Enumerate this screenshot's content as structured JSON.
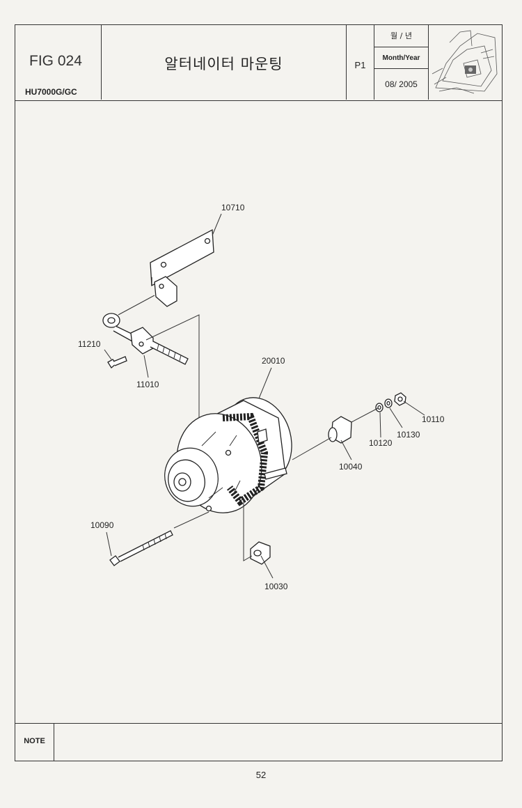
{
  "header": {
    "fig_number": "FIG 024",
    "model": "HU7000G/GC",
    "title": "알터네이터 마운팅",
    "page_label": "P1",
    "date_label_ko": "월 / 년",
    "date_label_en": "Month/Year",
    "date_value": "08/ 2005",
    "thumbnail_icon": "machine-thumbnail-icon"
  },
  "callouts": {
    "c10710": "10710",
    "c11210": "11210",
    "c11010": "11010",
    "c20010": "20010",
    "c10110": "10110",
    "c10120": "10120",
    "c10130": "10130",
    "c10040": "10040",
    "c10090": "10090",
    "c10030": "10030"
  },
  "footer": {
    "note_label": "NOTE",
    "note_text": ""
  },
  "page_number": "52"
}
